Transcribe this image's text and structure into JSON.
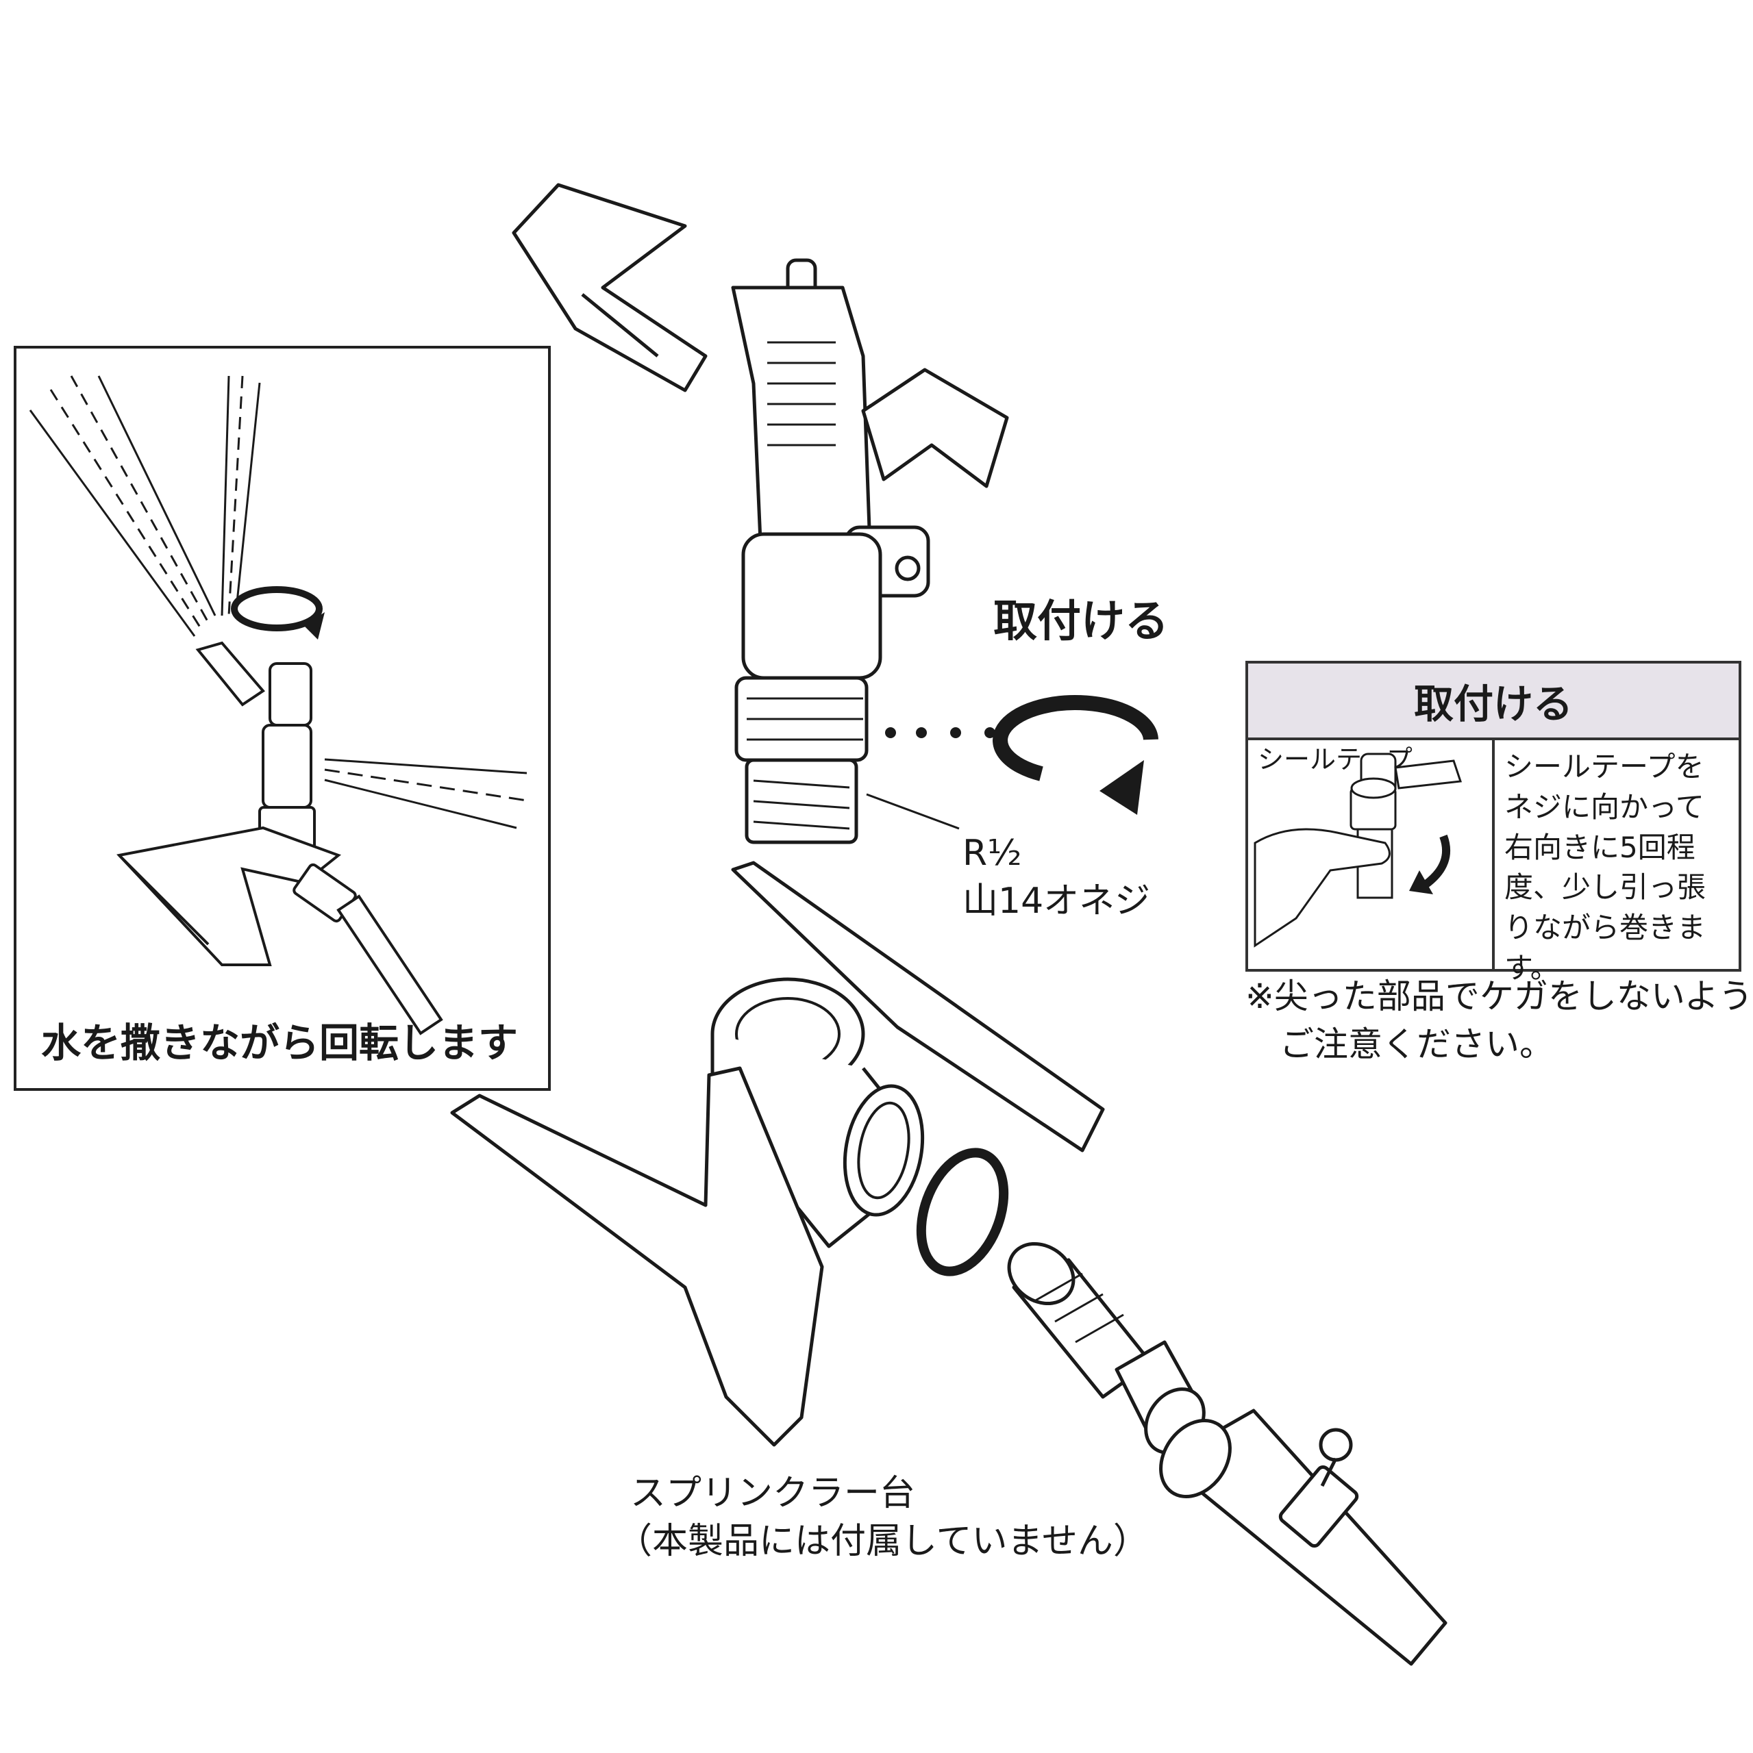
{
  "colors": {
    "line": "#1a1a1a",
    "box_header": "#e7e3ea",
    "fill": "#ffffff"
  },
  "inset": {
    "caption": "水を撒きながら回転します",
    "icons": [
      "sprinkler-spray-icon",
      "rotate-arrow-icon"
    ]
  },
  "main": {
    "attach_label": "取付ける",
    "thread_label_line1": "R½",
    "thread_label_line2": "山14オネジ",
    "stand_label_line1": "スプリンクラー台",
    "stand_label_line2": "（本製品には付属していません）",
    "icons": [
      "impulse-sprinkler-icon",
      "rotate-arrow-icon",
      "sprinkler-stand-icon",
      "washer-icon",
      "hose-connector-icon",
      "hose-icon"
    ]
  },
  "seal_box": {
    "title": "取付ける",
    "left_label": "シールテープ",
    "right_text": "シールテープをネジに向かって右向きに5回程度、少し引っ張りながら巻きます。"
  },
  "warning": {
    "line1": "※尖った部品でケガをしないよう",
    "line2": "ご注意ください。"
  }
}
